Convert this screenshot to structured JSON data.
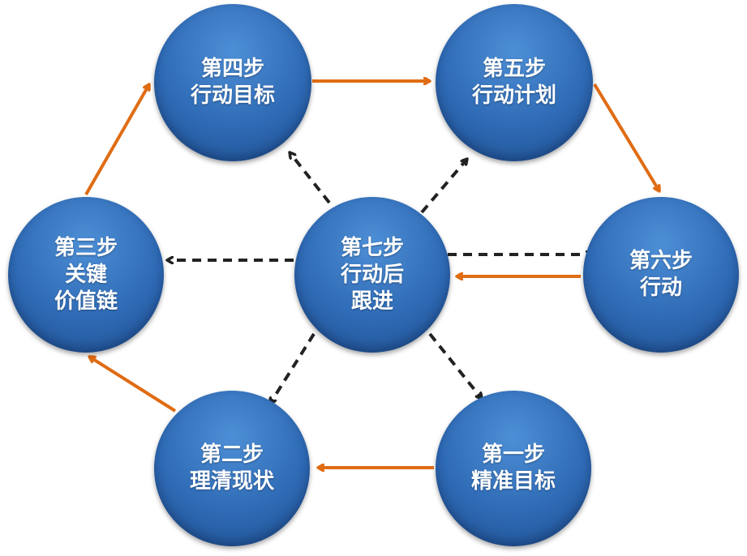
{
  "diagram": {
    "nodes": {
      "step4": {
        "label": "第四步\n行动目标"
      },
      "step5": {
        "label": "第五步\n行动计划"
      },
      "step3": {
        "label": "第三步\n关键\n价值链"
      },
      "step7": {
        "label": "第七步\n行动后\n跟进"
      },
      "step6": {
        "label": "第六步\n行动"
      },
      "step2": {
        "label": "第二步\n理清现状"
      },
      "step1": {
        "label": "第一步\n精准目标"
      }
    },
    "colors": {
      "node": "#2f6bb6",
      "solid_arrow": "#e06c14",
      "dashed_arrow": "#222222",
      "text": "#ffffff"
    },
    "edges": {
      "solid": [
        {
          "from": "step1",
          "to": "step2"
        },
        {
          "from": "step2",
          "to": "step3"
        },
        {
          "from": "step3",
          "to": "step4"
        },
        {
          "from": "step4",
          "to": "step5"
        },
        {
          "from": "step5",
          "to": "step6"
        },
        {
          "from": "step6",
          "to": "step7"
        }
      ],
      "dashed": [
        {
          "from": "step7",
          "to": "step1"
        },
        {
          "from": "step7",
          "to": "step2"
        },
        {
          "from": "step7",
          "to": "step3"
        },
        {
          "from": "step7",
          "to": "step4"
        },
        {
          "from": "step7",
          "to": "step5"
        },
        {
          "from": "step7",
          "to": "step6"
        }
      ]
    }
  }
}
